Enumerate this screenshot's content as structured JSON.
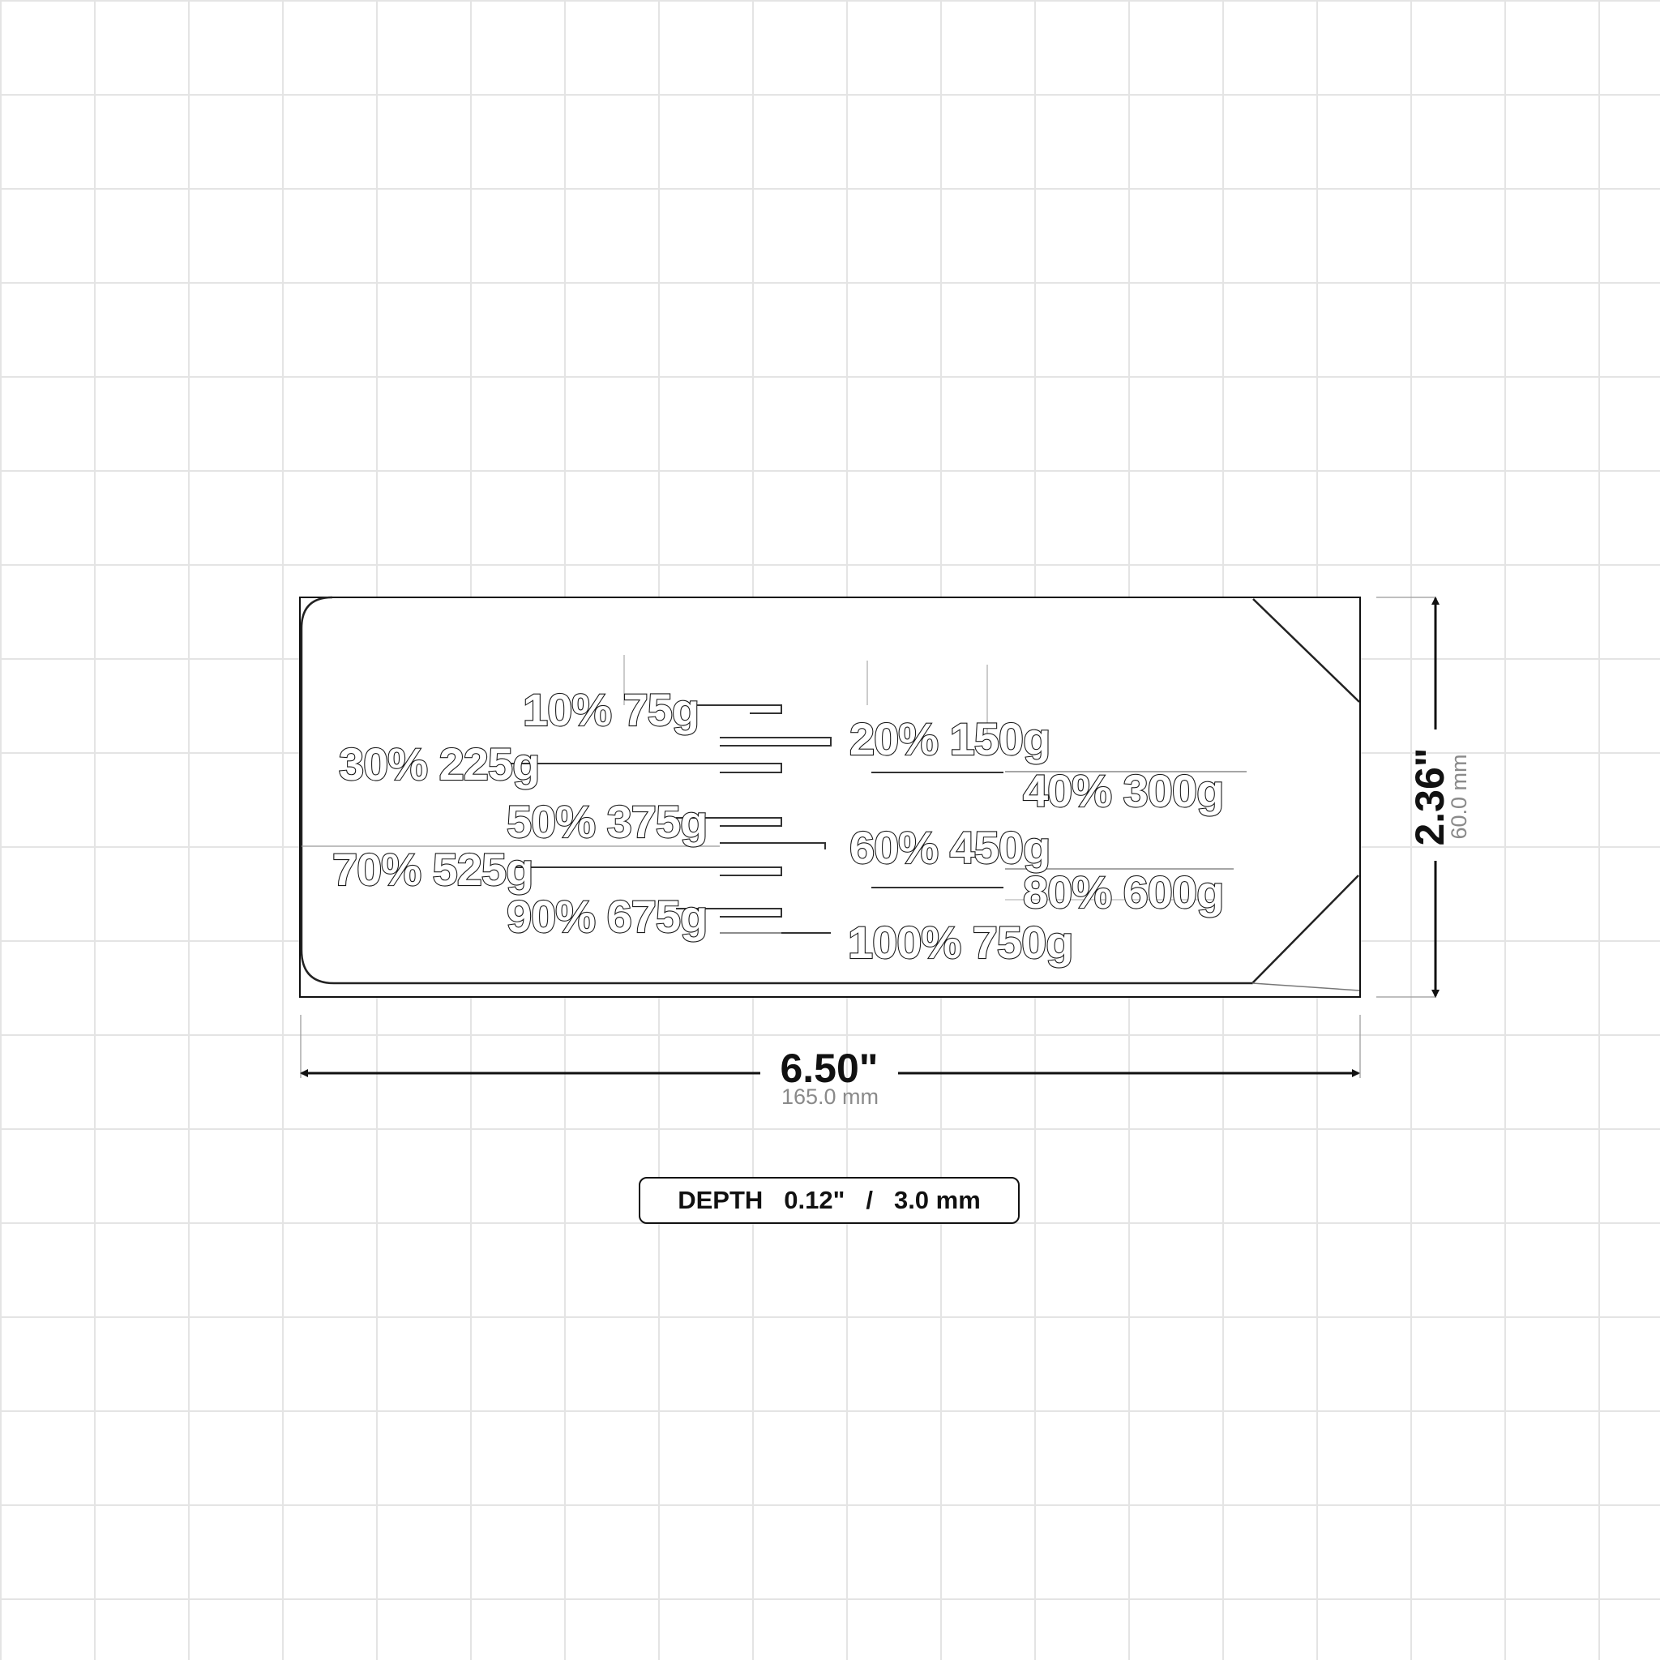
{
  "part": {
    "scale_marks": [
      {
        "label": "10% 75g"
      },
      {
        "label": "20% 150g"
      },
      {
        "label": "30% 225g"
      },
      {
        "label": "40% 300g"
      },
      {
        "label": "50% 375g"
      },
      {
        "label": "60% 450g"
      },
      {
        "label": "70% 525g"
      },
      {
        "label": "80% 600g"
      },
      {
        "label": "90% 675g"
      },
      {
        "label": "100% 750g"
      }
    ]
  },
  "dimensions": {
    "width": {
      "inches": "6.50\"",
      "mm": "165.0 mm"
    },
    "height": {
      "inches": "2.36\"",
      "mm": "60.0 mm"
    },
    "depth": {
      "label": "DEPTH",
      "inches": "0.12\"",
      "separator": "/",
      "mm": "3.0 mm"
    }
  },
  "colors": {
    "line": "#111111",
    "grid": "#e4e4e4",
    "sub_text": "#8a8a8a"
  }
}
